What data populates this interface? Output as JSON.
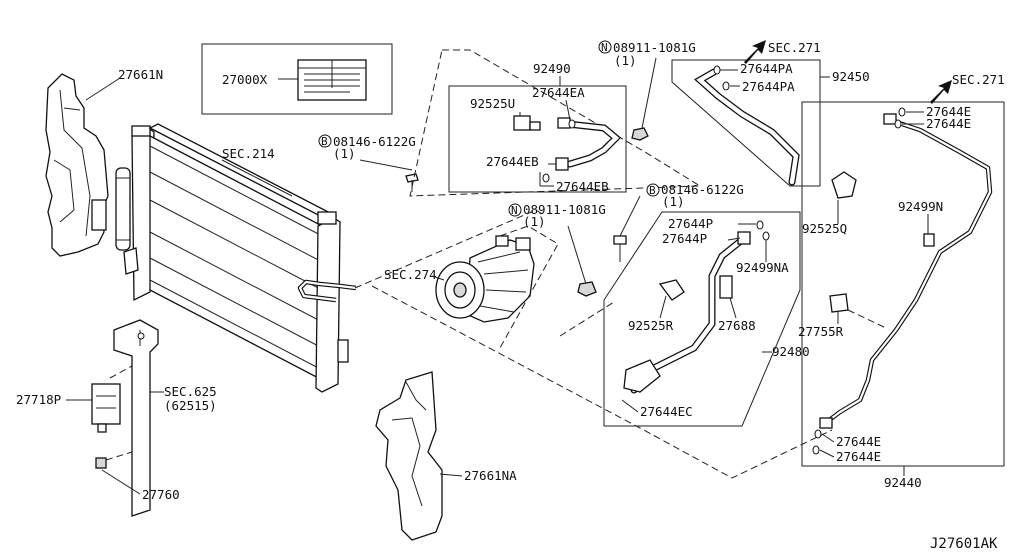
{
  "labels": {
    "p27661N": "27661N",
    "p27000X": "27000X",
    "sec214": "SEC.214",
    "bolt1_code": "08146-6122G",
    "bolt1_qty": "(1)",
    "bolt1_mark": "B",
    "p92490": "92490",
    "p92525U": "92525U",
    "p27644EA": "27644EA",
    "p27644EB_a": "27644EB",
    "p27644EB_b": "27644EB",
    "nut1_code": "08911-1081G",
    "nut1_qty": "(1)",
    "nut1_mark": "N",
    "sec271_a": "SEC.271",
    "p27644PA_a": "27644PA",
    "p27644PA_b": "27644PA",
    "p92450": "92450",
    "sec271_b": "SEC.271",
    "p27644E_a": "27644E",
    "p27644E_b": "27644E",
    "bolt2_code": "08146-6122G",
    "bolt2_qty": "(1)",
    "bolt2_mark": "B",
    "nut2_code": "08911-1081G",
    "nut2_qty": "(1)",
    "nut2_mark": "N",
    "p27644P_a": "27644P",
    "p27644P_b": "27644P",
    "p92499NA": "92499NA",
    "p92525Q": "92525Q",
    "p92499N": "92499N",
    "sec274": "SEC.274",
    "p92525R": "92525R",
    "p27688": "27688",
    "p27755R": "27755R",
    "p92480": "92480",
    "p27718P": "27718P",
    "sec625": "SEC.625",
    "sec625_sub": "(62515)",
    "p27644EC": "27644EC",
    "p27644E_c": "27644E",
    "p27644E_d": "27644E",
    "p27760": "27760",
    "p27661NA": "27661NA",
    "p92440": "92440",
    "diagram_code": "J27601AK"
  }
}
